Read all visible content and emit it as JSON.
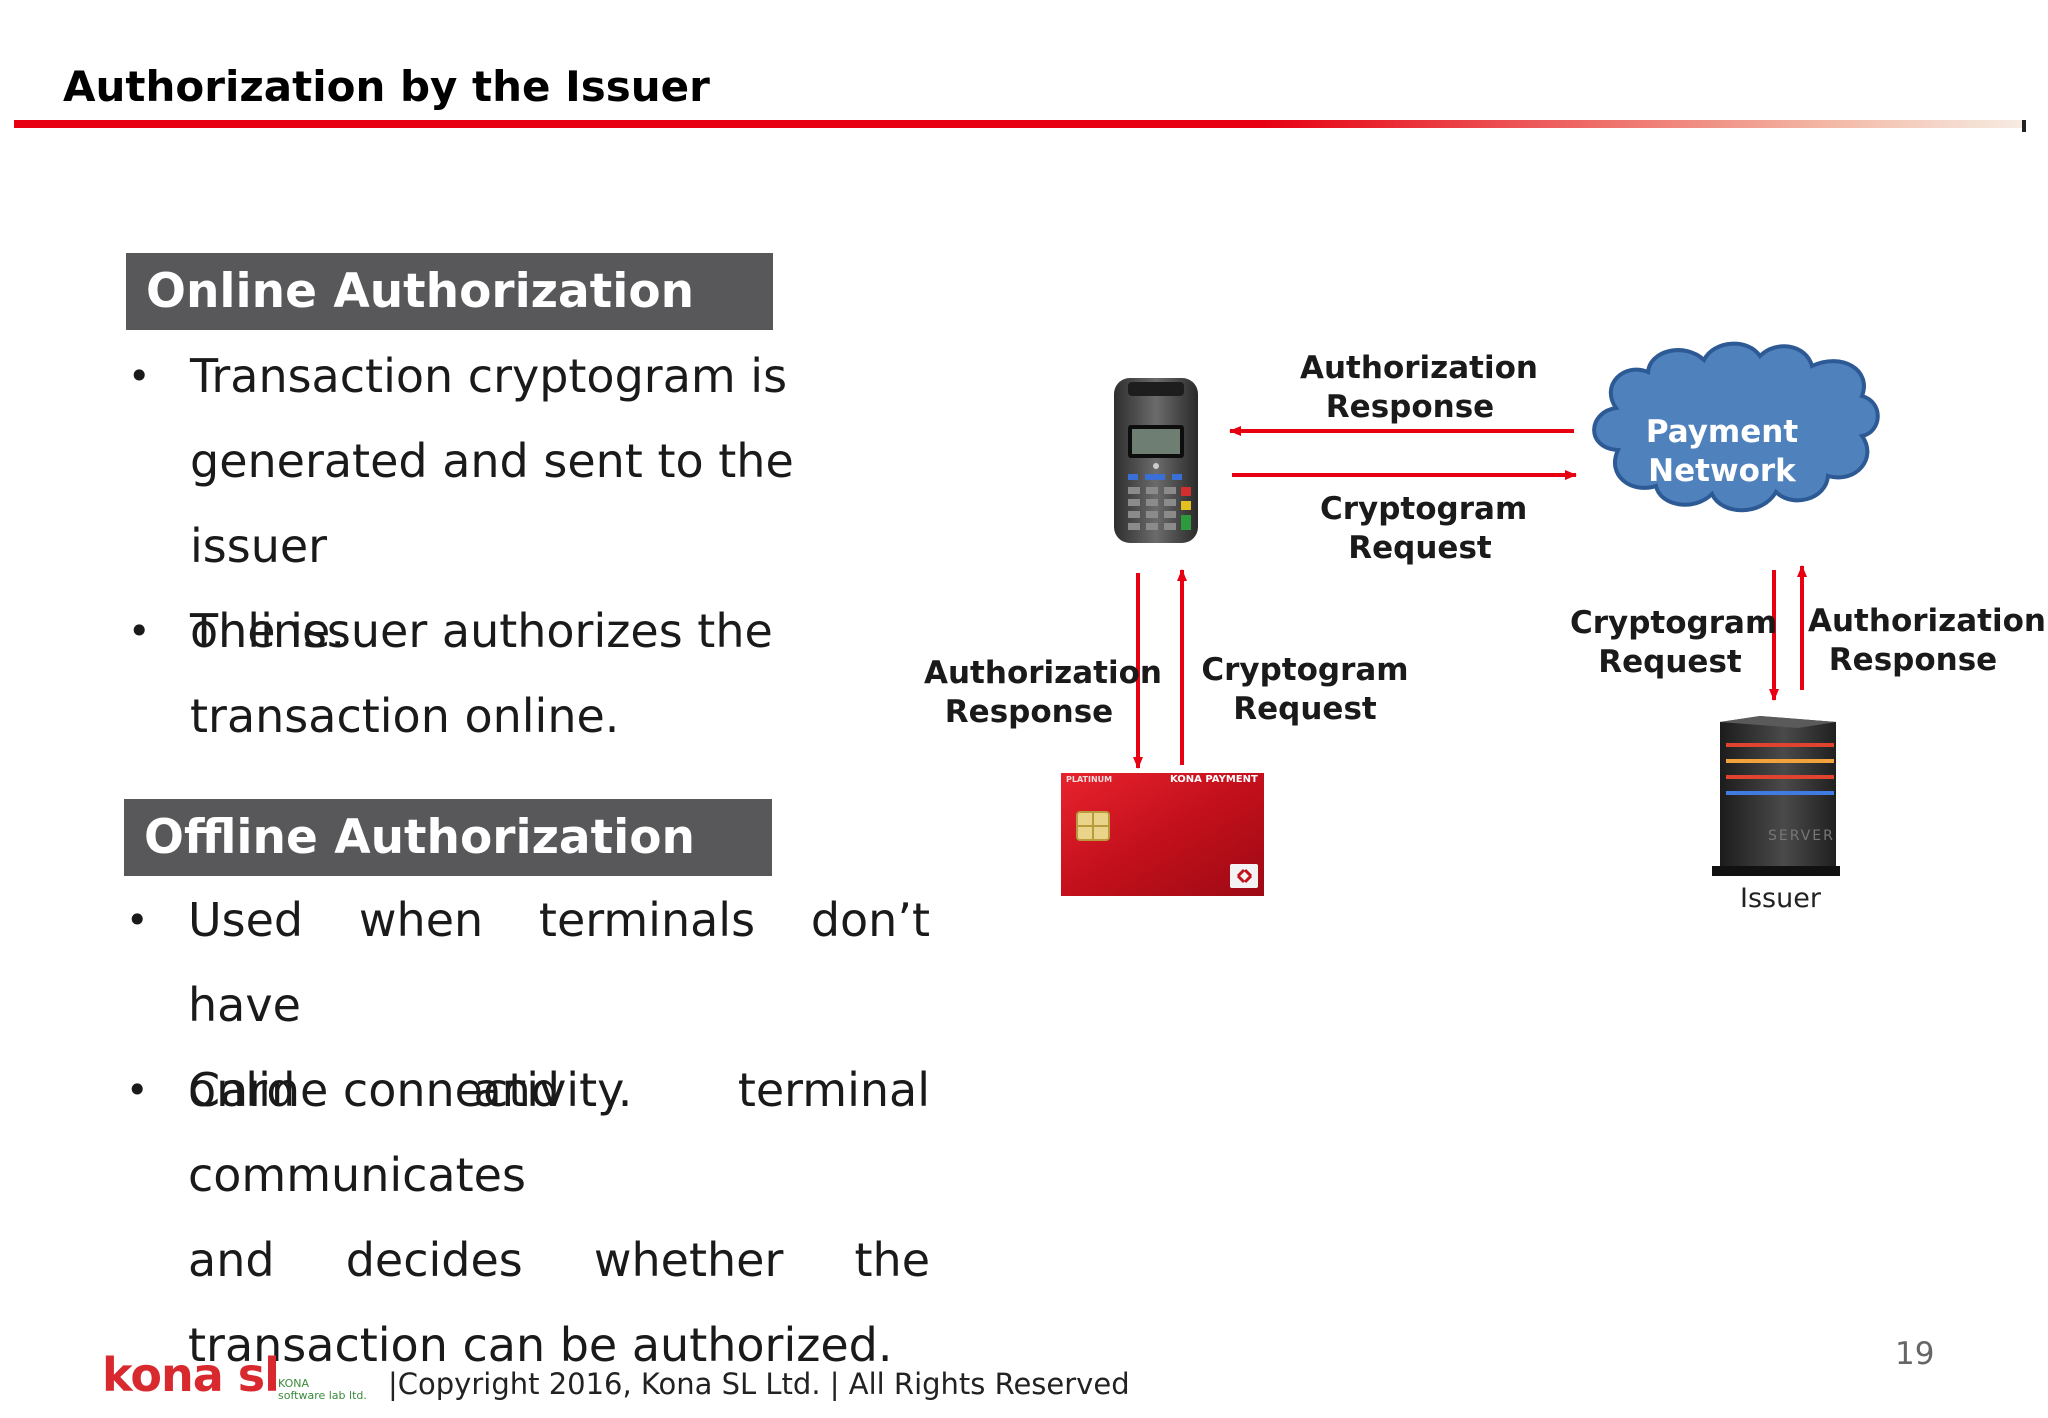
{
  "slide": {
    "title": "Authorization by the Issuer",
    "page_number": "19"
  },
  "online": {
    "header": "Online Authorization",
    "bullet1": [
      "Transaction cryptogram is",
      "generated and sent to the issuer",
      "online."
    ],
    "bullet2": [
      "The issuer authorizes the",
      "transaction online."
    ]
  },
  "offline": {
    "header": "Offline Authorization",
    "bullet1": [
      "Used when terminals don’t have",
      "online connectivity."
    ],
    "bullet2": [
      "Card and terminal communicates",
      "and decides whether the",
      "transaction can be authorized."
    ]
  },
  "diagram": {
    "terminal_network_top": [
      "Authorization",
      "Response"
    ],
    "terminal_network_bottom": [
      "Cryptogram",
      "Request"
    ],
    "network_label": [
      "Payment",
      "Network"
    ],
    "network_issuer_left": [
      "Cryptogram",
      "Request"
    ],
    "network_issuer_right": [
      "Authorization",
      "Response"
    ],
    "terminal_card_left": [
      "Authorization",
      "Response"
    ],
    "terminal_card_right": [
      "Cryptogram",
      "Request"
    ],
    "issuer_label": "Issuer",
    "card_brand": "KONA PAYMENT",
    "card_tier": "PLATINUM",
    "server_text": "SERVER",
    "arrow_color": "#e60012",
    "cloud_color": "#4f81bd"
  },
  "footer": {
    "logo_main": "kona sl",
    "logo_sub": [
      "KONA",
      "software lab ltd."
    ],
    "copyright": "|Copyright 2016, Kona SL Ltd. | All Rights Reserved"
  }
}
